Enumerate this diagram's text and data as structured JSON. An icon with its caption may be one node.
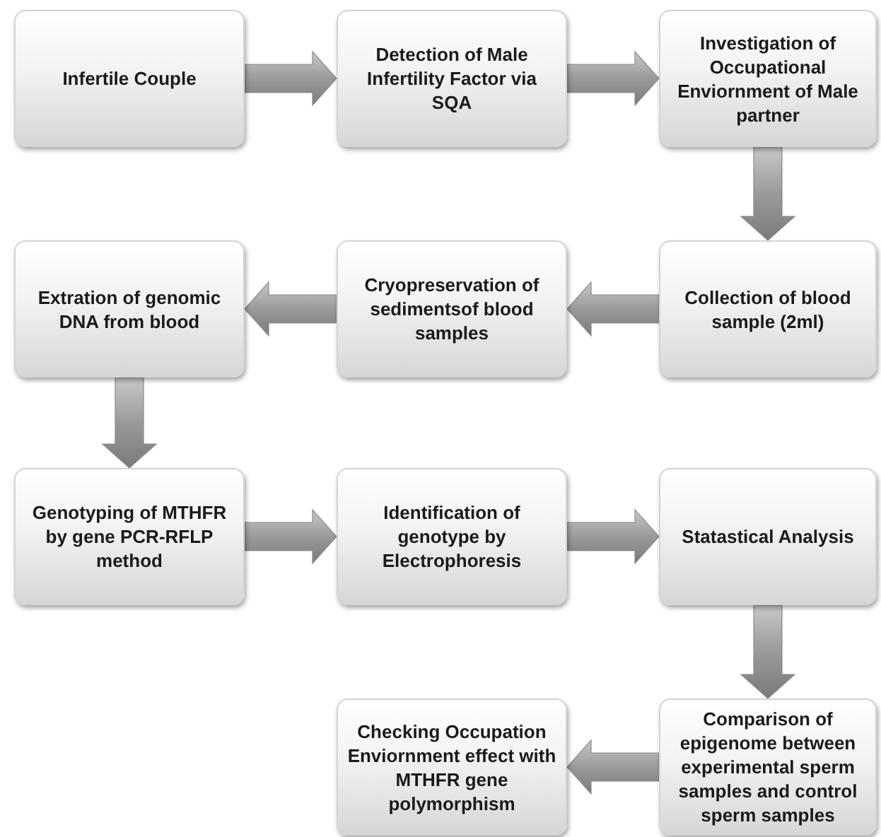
{
  "diagram": {
    "nodes": [
      {
        "text": [
          "Infertile Couple"
        ]
      },
      {
        "text": [
          "Detection of Male Infertility Factor via SQA"
        ]
      },
      {
        "text": [
          "Investigation of Occupational Enviornment of Male partner"
        ]
      },
      {
        "text": [
          "Collection of blood sample (2ml)"
        ]
      },
      {
        "text": [
          "Cryopreservation of sedimentsof blood samples"
        ]
      },
      {
        "text": [
          "Extration of genomic DNA from blood"
        ]
      },
      {
        "text": [
          "Genotyping of MTHFR by gene PCR-RFLP method"
        ]
      },
      {
        "text": [
          "Identification of genotype by Electrophoresis"
        ]
      },
      {
        "text": [
          "Statastical Analysis"
        ]
      },
      {
        "text": [
          "Comparison of epigenome between experimental sperm samples and control sperm samples"
        ]
      },
      {
        "text": [
          "Checking Occupation Enviornment effect with MTHFR gene polymorphism"
        ]
      }
    ],
    "edges": [
      {
        "from": 0,
        "to": 1,
        "arrow": "to"
      },
      {
        "from": 1,
        "to": 2,
        "arrow": "to"
      },
      {
        "from": 2,
        "to": 3,
        "arrow": "to"
      },
      {
        "from": 3,
        "to": 4,
        "arrow": "to"
      },
      {
        "from": 4,
        "to": 5,
        "arrow": "to"
      },
      {
        "from": 5,
        "to": 6,
        "arrow": "to"
      },
      {
        "from": 6,
        "to": 7,
        "arrow": "to"
      },
      {
        "from": 7,
        "to": 8,
        "arrow": "to"
      },
      {
        "from": 8,
        "to": 9,
        "arrow": "to"
      },
      {
        "from": 9,
        "to": 10,
        "arrow": "to"
      }
    ]
  }
}
